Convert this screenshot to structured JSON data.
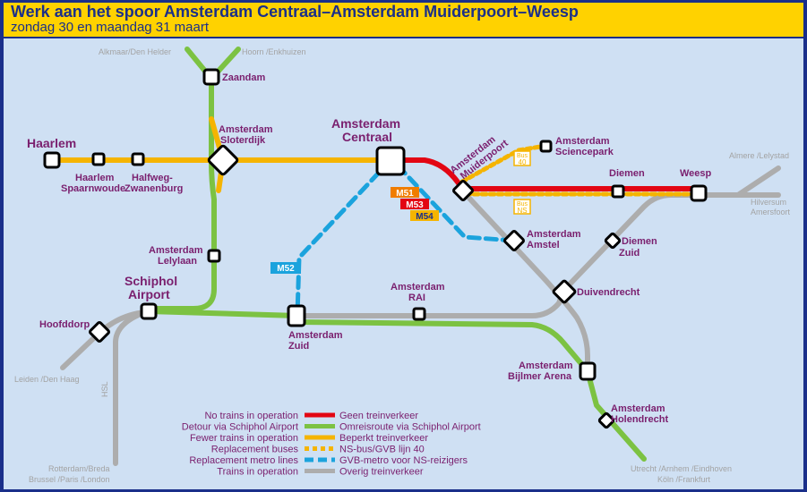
{
  "header": {
    "title": "Werk aan het spoor Amsterdam Centraal–Amsterdam Muiderpoort–Weesp",
    "subtitle": "zondag 30 en maandag 31 maart"
  },
  "colors": {
    "no_trains": "#e30613",
    "detour": "#7cc242",
    "fewer": "#f5b400",
    "buses": "#f5b400",
    "metro": "#1ba3dd",
    "normal": "#adadad",
    "station_text": "#7a1f6e",
    "destination_text": "#a3a3a3",
    "frame": "#1a2f8a"
  },
  "stations": {
    "haarlem": "Haarlem",
    "haarlem_spaarnwoude": [
      "Haarlem",
      "Spaarnwoude"
    ],
    "halfweg": [
      "Halfweg-",
      "Zwanenburg"
    ],
    "zaandam": "Zaandam",
    "sloterdijk": [
      "Amsterdam",
      "Sloterdijk"
    ],
    "centraal": [
      "Amsterdam",
      "Centraal"
    ],
    "muiderpoort": [
      "Amsterdam",
      "Muiderpoort"
    ],
    "sciencepark": [
      "Amsterdam",
      "Sciencepark"
    ],
    "diemen": "Diemen",
    "weesp": "Weesp",
    "amstel": [
      "Amsterdam",
      "Amstel"
    ],
    "diemen_zuid": [
      "Diemen",
      "Zuid"
    ],
    "lelylaan": [
      "Amsterdam",
      "Lelylaan"
    ],
    "schiphol": [
      "Schiphol",
      "Airport"
    ],
    "hoofddorp": "Hoofddorp",
    "rai": [
      "Amsterdam",
      "RAI"
    ],
    "duivendrecht": "Duivendrecht",
    "zuid": [
      "Amsterdam",
      "Zuid"
    ],
    "bijlmer": [
      "Amsterdam",
      "Bijlmer Arena"
    ],
    "holendrecht": [
      "Amsterdam",
      "Holendrecht"
    ]
  },
  "destinations": {
    "alkmaar": "Alkmaar/Den Helder",
    "hoorn": "Hoorn /Enkhuizen",
    "almere": "Almere /Lelystad",
    "hilversum": [
      "Hilversum",
      "Amersfoort"
    ],
    "leiden": "Leiden /Den Haag",
    "hsl": "HSL",
    "rotterdam": [
      "Rotterdam/Breda",
      "Brussel /Paris /London"
    ],
    "utrecht": [
      "Utrecht /Arnhem /Eindhoven",
      "Köln /Frankfurt"
    ]
  },
  "badges": {
    "m51": "M51",
    "m53": "M53",
    "m54": "M54",
    "m52": "M52",
    "bus40": [
      "Bus",
      "40"
    ],
    "busns": [
      "Bus",
      "NS"
    ]
  },
  "legend": [
    {
      "en": "No trains in operation",
      "nl": "Geen treinverkeer",
      "color": "#e30613",
      "style": "solid"
    },
    {
      "en": "Detour via Schiphol Airport",
      "nl": "Omreisroute via Schiphol Airport",
      "color": "#7cc242",
      "style": "solid"
    },
    {
      "en": "Fewer trains in operation",
      "nl": "Beperkt treinverkeer",
      "color": "#f5b400",
      "style": "solid"
    },
    {
      "en": "Replacement buses",
      "nl": "NS-bus/GVB lijn 40",
      "color": "#f5b400",
      "style": "dotted"
    },
    {
      "en": "Replacement metro lines",
      "nl": "GVB-metro voor NS-reizigers",
      "color": "#1ba3dd",
      "style": "dashed"
    },
    {
      "en": "Trains in operation",
      "nl": "Overig treinverkeer",
      "color": "#adadad",
      "style": "solid"
    }
  ]
}
